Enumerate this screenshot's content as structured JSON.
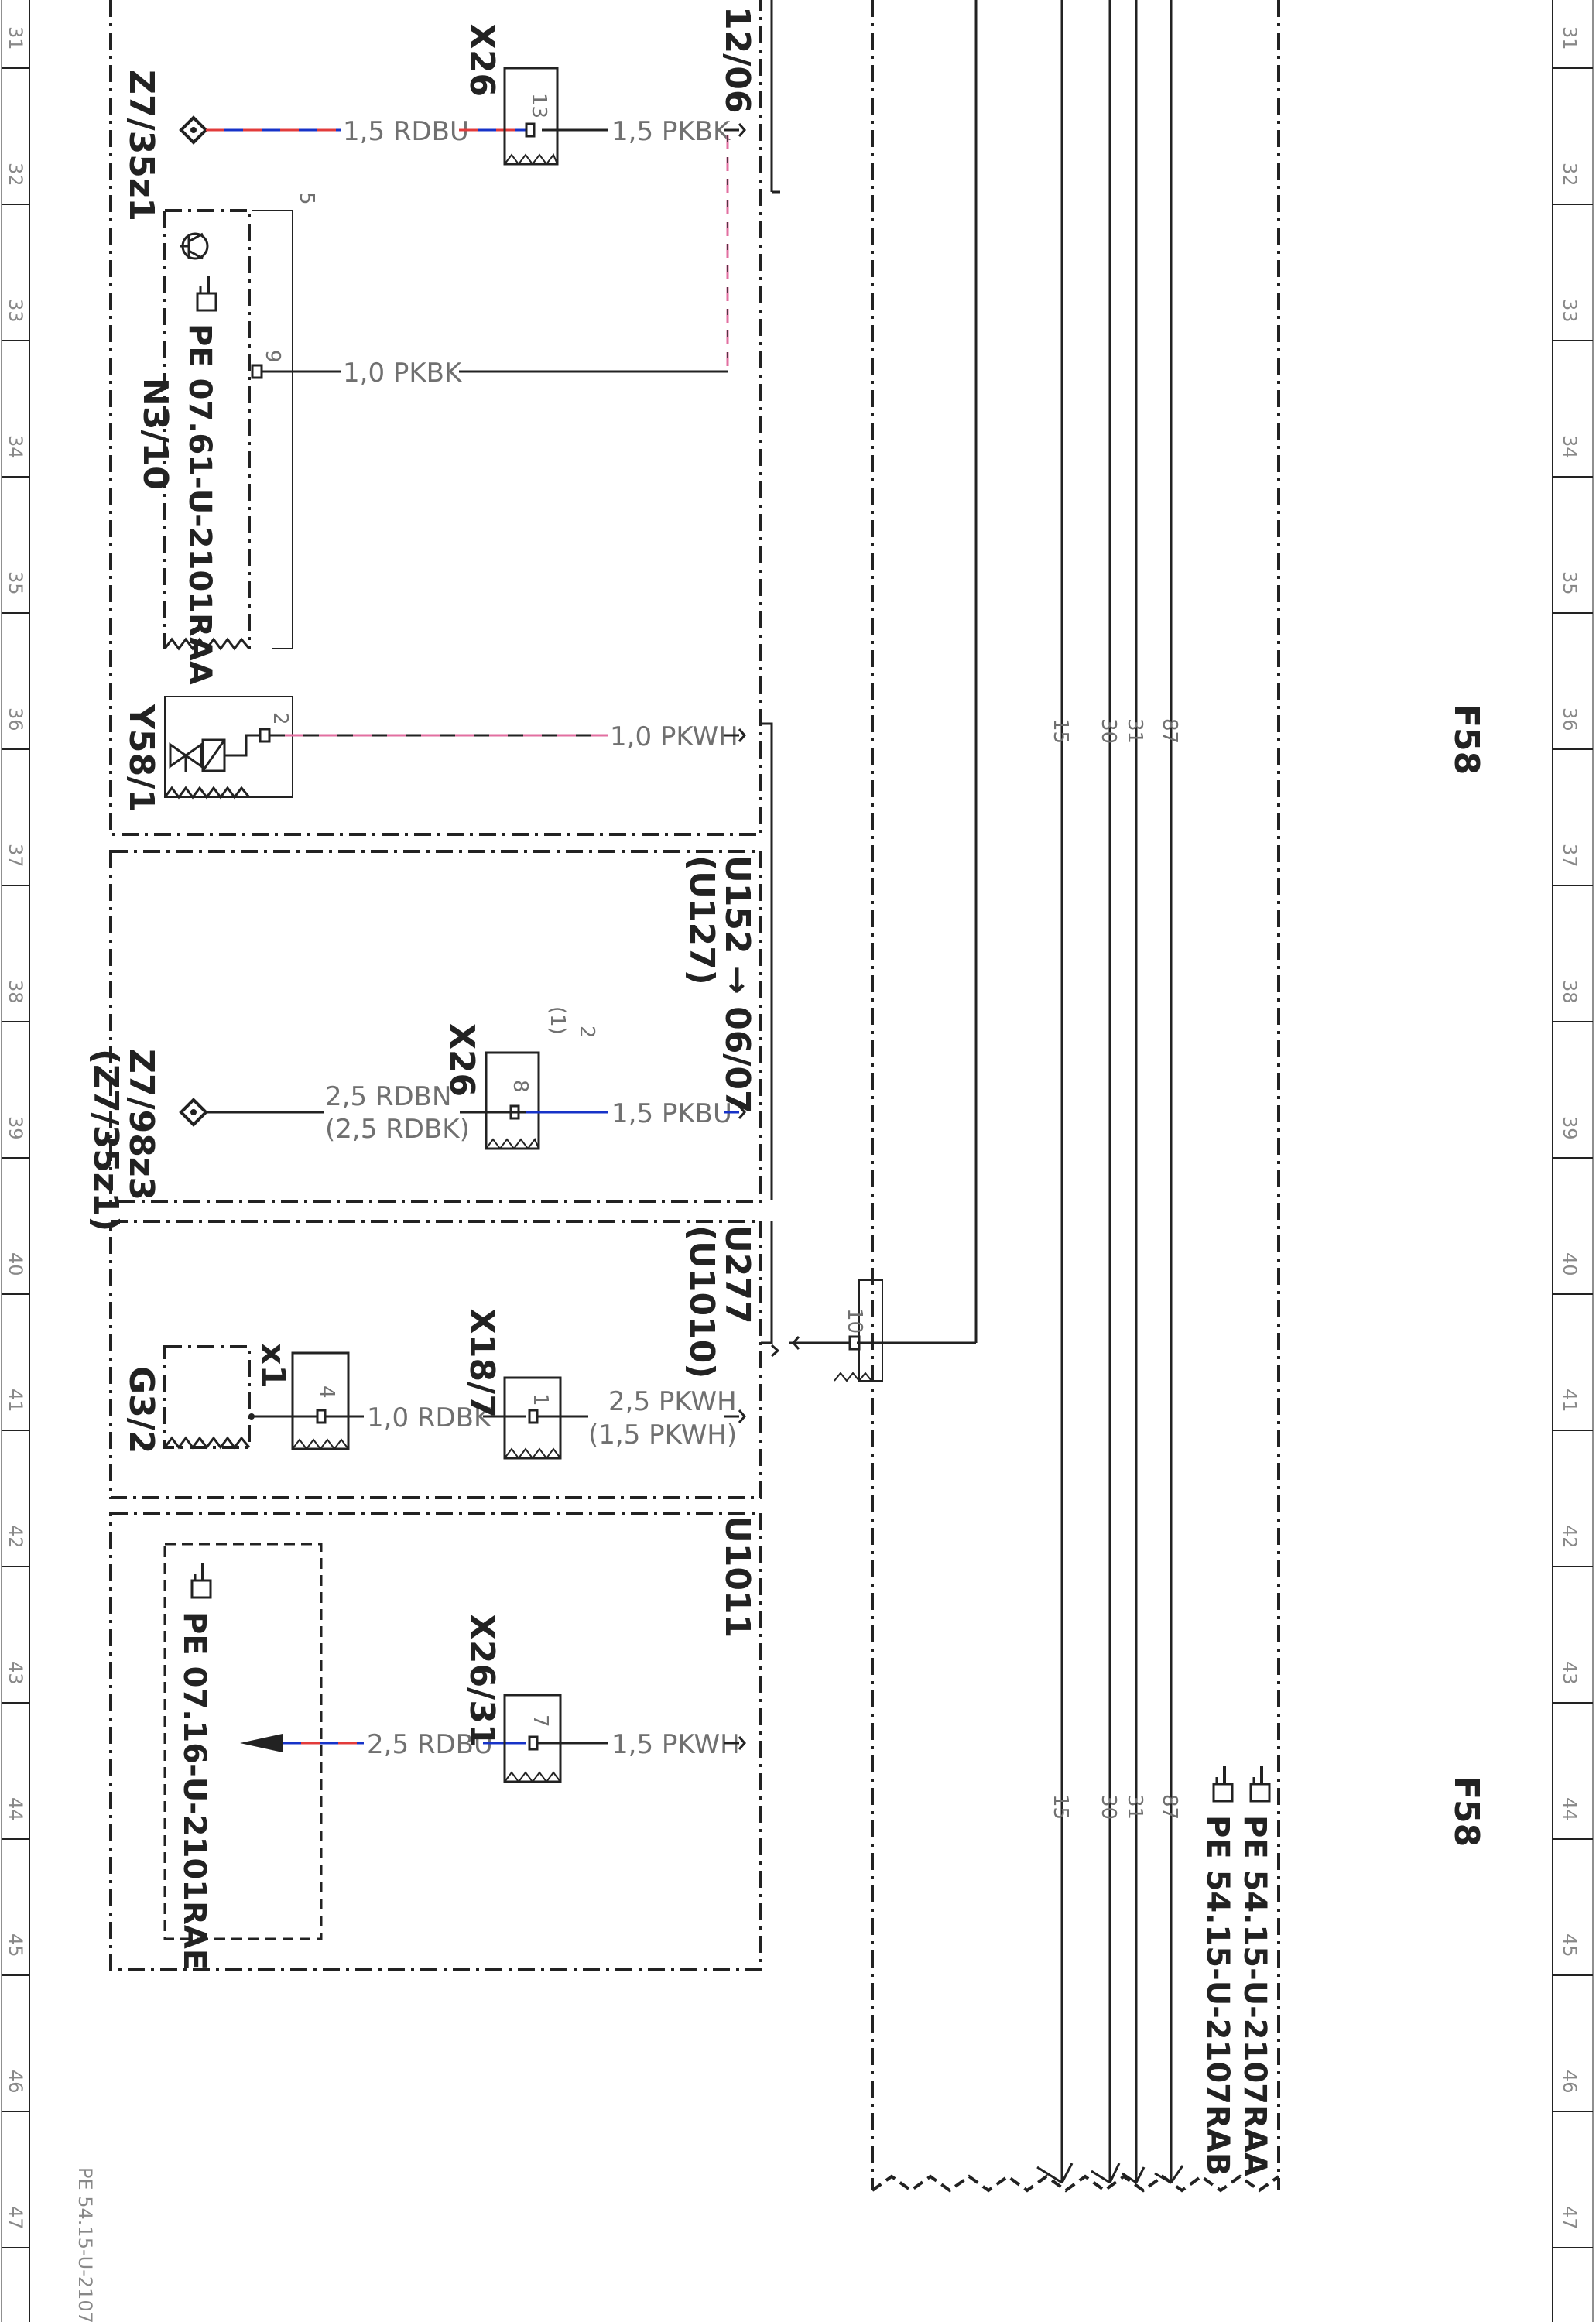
{
  "ruler": {
    "numbers": [
      "31",
      "32",
      "33",
      "34",
      "35",
      "36",
      "37",
      "38",
      "39",
      "40",
      "41",
      "42",
      "43",
      "44",
      "45",
      "46",
      "47"
    ]
  },
  "footer": "PE 54.15-U-2107",
  "fuse_block": {
    "label_upper": "F58",
    "label_lower": "F58",
    "terminals": [
      "15",
      "30",
      "31",
      "87"
    ],
    "refs": [
      "PE 54.15-U-2107RAA",
      "PE 54.15-U-2107RAB"
    ]
  },
  "wires": {
    "w1_left": "1,5 RDBU",
    "w1_right": "1,5 PKBK",
    "w2": "1,0 PKBK",
    "w3": "1,0 PKWH",
    "w4_left": "2,5 RDBN",
    "w4_left_alt": "(2,5 RDBK)",
    "w4_right": "1,5 PKBU",
    "w5_left": "1,0 RDBK",
    "w5_right": "2,5 PKWH",
    "w5_right_alt": "(1,5 PKWH)",
    "w6_left": "2,5 RDBU",
    "w6_right": "1,5 PKWH"
  },
  "connectors": {
    "x26_a": "X26",
    "x26_a_pin": "13",
    "x26_b": "X26",
    "x26_b_pin": "8",
    "x26_b_note_a": "2",
    "x26_b_note_b": "(1)",
    "x18": "X18/7",
    "x18_pin": "1",
    "x1": "x1",
    "x1_pin": "4",
    "x26_31": "X26/31",
    "x26_31_pin": "7",
    "junction_pin": "10"
  },
  "components": {
    "z7_35z1": "Z7/35z1",
    "n3_10": "N3/10",
    "n3_10_ref": "PE 07.61-U-2101RAA",
    "n3_10_pin_top": "5",
    "n3_10_pin": "9",
    "y58_1": "Y58/1",
    "y58_1_pin": "2",
    "z7_98z3": "Z7/98z3",
    "z7_98z3_alt": "(Z7/35z1)",
    "g3_2": "G3/2",
    "ref_0716": "PE 07.16-U-2101RAE"
  },
  "variants": {
    "v1": "12/06",
    "v2": "U152 → 06/07",
    "v2_alt": "(U127)",
    "v3": "U277",
    "v3_alt": "(U1010)",
    "v4": "U1011"
  }
}
